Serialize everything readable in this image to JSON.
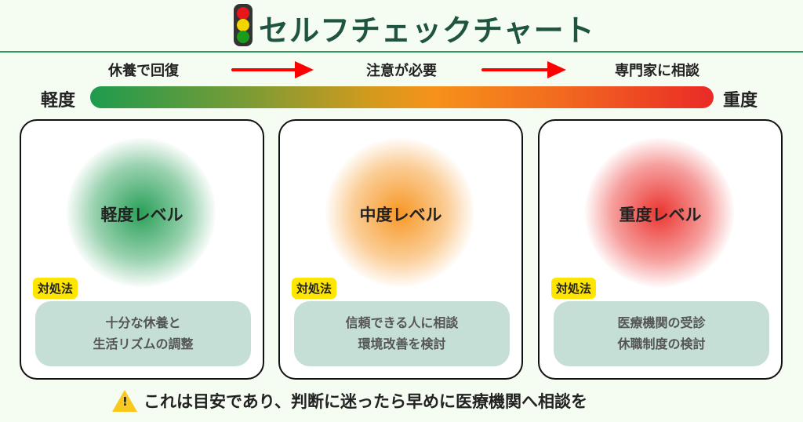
{
  "header": {
    "title": "セルフチェックチャート"
  },
  "scale": {
    "labels": [
      "休養で回復",
      "注意が必要",
      "専門家に相談"
    ],
    "left": "軽度",
    "right": "重度"
  },
  "cards": [
    {
      "level": "軽度レベル",
      "badge": "対処法",
      "lines": [
        "十分な休養と",
        "生活リズムの調整"
      ],
      "color": "#1e9b4f"
    },
    {
      "level": "中度レベル",
      "badge": "対処法",
      "lines": [
        "信頼できる人に相談",
        "環境改善を検討"
      ],
      "color": "#f6921a"
    },
    {
      "level": "重度レベル",
      "badge": "対処法",
      "lines": [
        "医療機関の受診",
        "休職制度の検討"
      ],
      "color": "#ea2a26"
    }
  ],
  "footer": {
    "text": "これは目安であり、判断に迷ったら早めに医療機関へ相談を"
  }
}
